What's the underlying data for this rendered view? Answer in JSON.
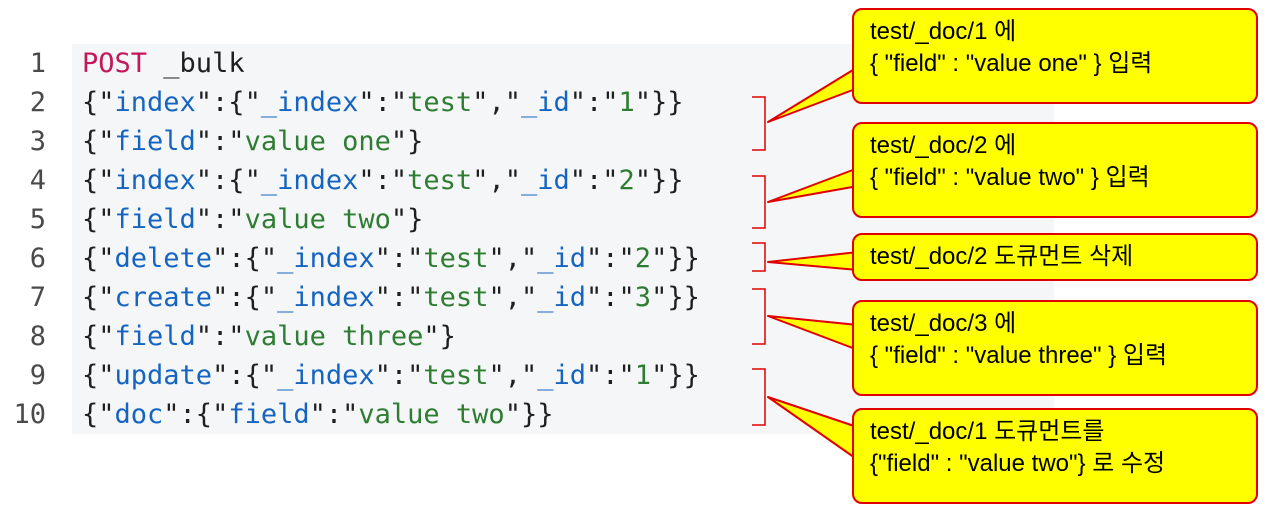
{
  "line_numbers": [
    "1",
    "2",
    "3",
    "4",
    "5",
    "6",
    "7",
    "8",
    "9",
    "10"
  ],
  "code": {
    "l1": {
      "method": "POST",
      "path": "_bulk"
    },
    "l2": {
      "action": "index",
      "index_key": "_index",
      "index_val": "test",
      "id_key": "_id",
      "id_val": "1"
    },
    "l3": {
      "field_key": "field",
      "field_val": "value one"
    },
    "l4": {
      "action": "index",
      "index_key": "_index",
      "index_val": "test",
      "id_key": "_id",
      "id_val": "2"
    },
    "l5": {
      "field_key": "field",
      "field_val": "value two"
    },
    "l6": {
      "action": "delete",
      "index_key": "_index",
      "index_val": "test",
      "id_key": "_id",
      "id_val": "2"
    },
    "l7": {
      "action": "create",
      "index_key": "_index",
      "index_val": "test",
      "id_key": "_id",
      "id_val": "3"
    },
    "l8": {
      "field_key": "field",
      "field_val": "value three"
    },
    "l9": {
      "action": "update",
      "index_key": "_index",
      "index_val": "test",
      "id_key": "_id",
      "id_val": "1"
    },
    "l10": {
      "doc_key": "doc",
      "field_key": "field",
      "field_val": "value two"
    }
  },
  "callouts": [
    {
      "line1": "test/_doc/1 에",
      "line2": "{ \"field\" : \"value one\" } 입력"
    },
    {
      "line1": "test/_doc/2 에",
      "line2": "{ \"field\" : \"value two\" } 입력"
    },
    {
      "line1": "test/_doc/2 도큐먼트 삭제"
    },
    {
      "line1": "test/_doc/3 에",
      "line2": "{ \"field\" : \"value three\" } 입력"
    },
    {
      "line1": "test/_doc/1 도큐먼트를",
      "line2": "{\"field\" : \"value two\"} 로 수정"
    }
  ],
  "colors": {
    "callout_bg": "#ffff00",
    "callout_border": "#e00000",
    "keyword": "#c2185b",
    "key": "#1565c0",
    "string": "#2e7d32"
  }
}
